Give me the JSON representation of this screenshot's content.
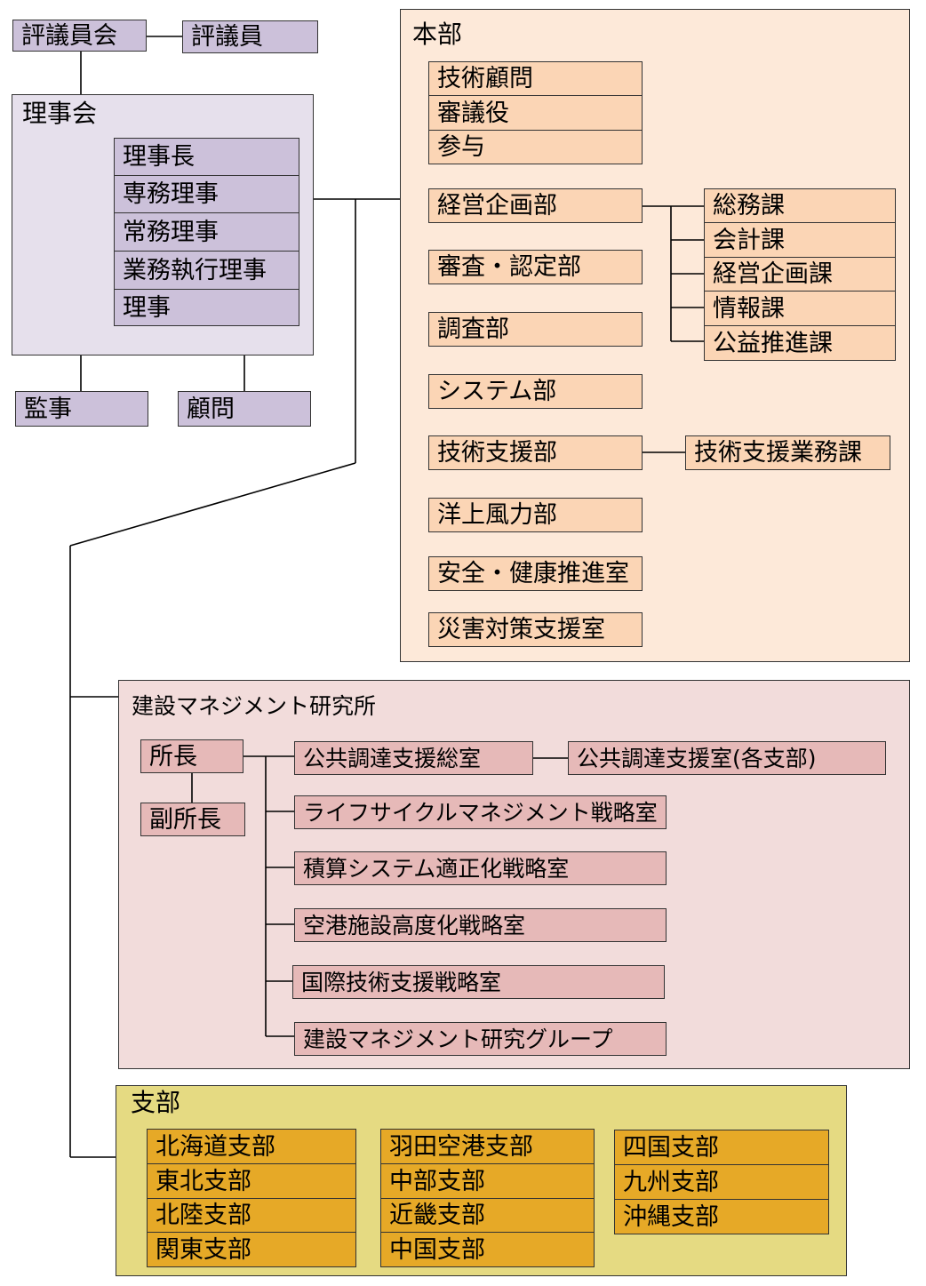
{
  "council": {
    "label": "評議員会",
    "member": "評議員"
  },
  "board": {
    "title": "理事会",
    "members": [
      "理事長",
      "専務理事",
      "常務理事",
      "業務執行理事",
      "理事"
    ],
    "auditor": "監事",
    "advisor": "顧問"
  },
  "headquarters": {
    "title": "本部",
    "top_roles": [
      "技術顧問",
      "審議役",
      "参与"
    ],
    "departments": [
      "経営企画部",
      "審査・認定部",
      "調査部",
      "システム部",
      "技術支援部",
      "洋上風力部",
      "安全・健康推進室",
      "災害対策支援室"
    ],
    "planning_sections": [
      "総務課",
      "会計課",
      "経営企画課",
      "情報課",
      "公益推進課"
    ],
    "support_section": "技術支援業務課"
  },
  "institute": {
    "title": "建設マネジメント研究所",
    "director": "所長",
    "deputy": "副所長",
    "offices": [
      "公共調達支援総室",
      "ライフサイクルマネジメント戦略室",
      "積算システム適正化戦略室",
      "空港施設高度化戦略室",
      "国際技術支援戦略室",
      "建設マネジメント研究グループ"
    ],
    "branch_office": "公共調達支援室(各支部)"
  },
  "branches": {
    "title": "支部",
    "col1": [
      "北海道支部",
      "東北支部",
      "北陸支部",
      "関東支部"
    ],
    "col2": [
      "羽田空港支部",
      "中部支部",
      "近畿支部",
      "中国支部"
    ],
    "col3": [
      "四国支部",
      "九州支部",
      "沖縄支部"
    ]
  },
  "colors": {
    "board": "#ccc1da",
    "board_panel": "#e6e0ec",
    "hq": "#fbd5b5",
    "hq_panel": "#fde9d9",
    "institute": "#e6b9b8",
    "institute_panel": "#f2dcdb",
    "branch": "#e6a927",
    "branch_panel": "#e5da82"
  }
}
